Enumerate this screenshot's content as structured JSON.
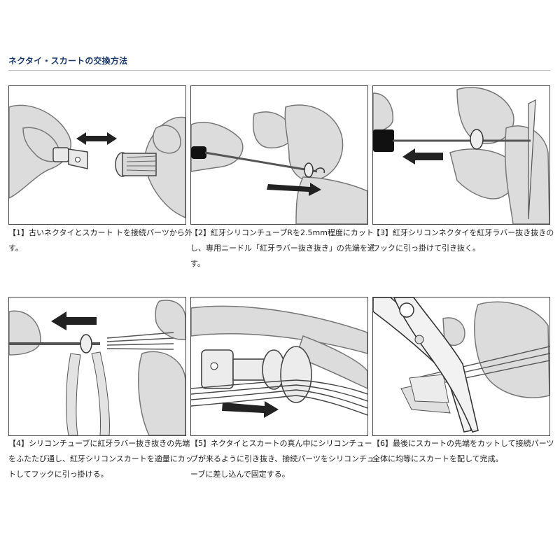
{
  "page": {
    "title": "ネクタイ・スカートの交換方法"
  },
  "steps": [
    {
      "lines": [
        "【1】古いネクタイとスカート トを接続パーツから外",
        "す。"
      ]
    },
    {
      "lines": [
        "【2】紅牙シリコンチューブRを2.5mm程度にカット",
        "し、専用ニードル「紅牙ラバー抜き抜き」の先端を通",
        "す。"
      ]
    },
    {
      "lines": [
        "【3】紅牙シリコンネクタイを紅牙ラバー抜き抜きの",
        "フックに引っ掛けて引き抜く。"
      ]
    },
    {
      "lines": [
        "【4】シリコンチューブに紅牙ラバー抜き抜きの先端",
        "をふたたび通し、紅牙シリコンスカートを適量にカッ",
        "トしてフックに引っ掛ける。"
      ]
    },
    {
      "lines": [
        "【5】ネクタイとスカートの真ん中にシリコンチュー",
        "ブが来るように引き抜き、接続パーツをシリコンチュ",
        "ーブに差し込んで固定する。"
      ]
    },
    {
      "lines": [
        "【6】最後にスカートの先端をカットして接続パーツ",
        "全体に均等にスカートを配して完成。"
      ]
    }
  ]
}
